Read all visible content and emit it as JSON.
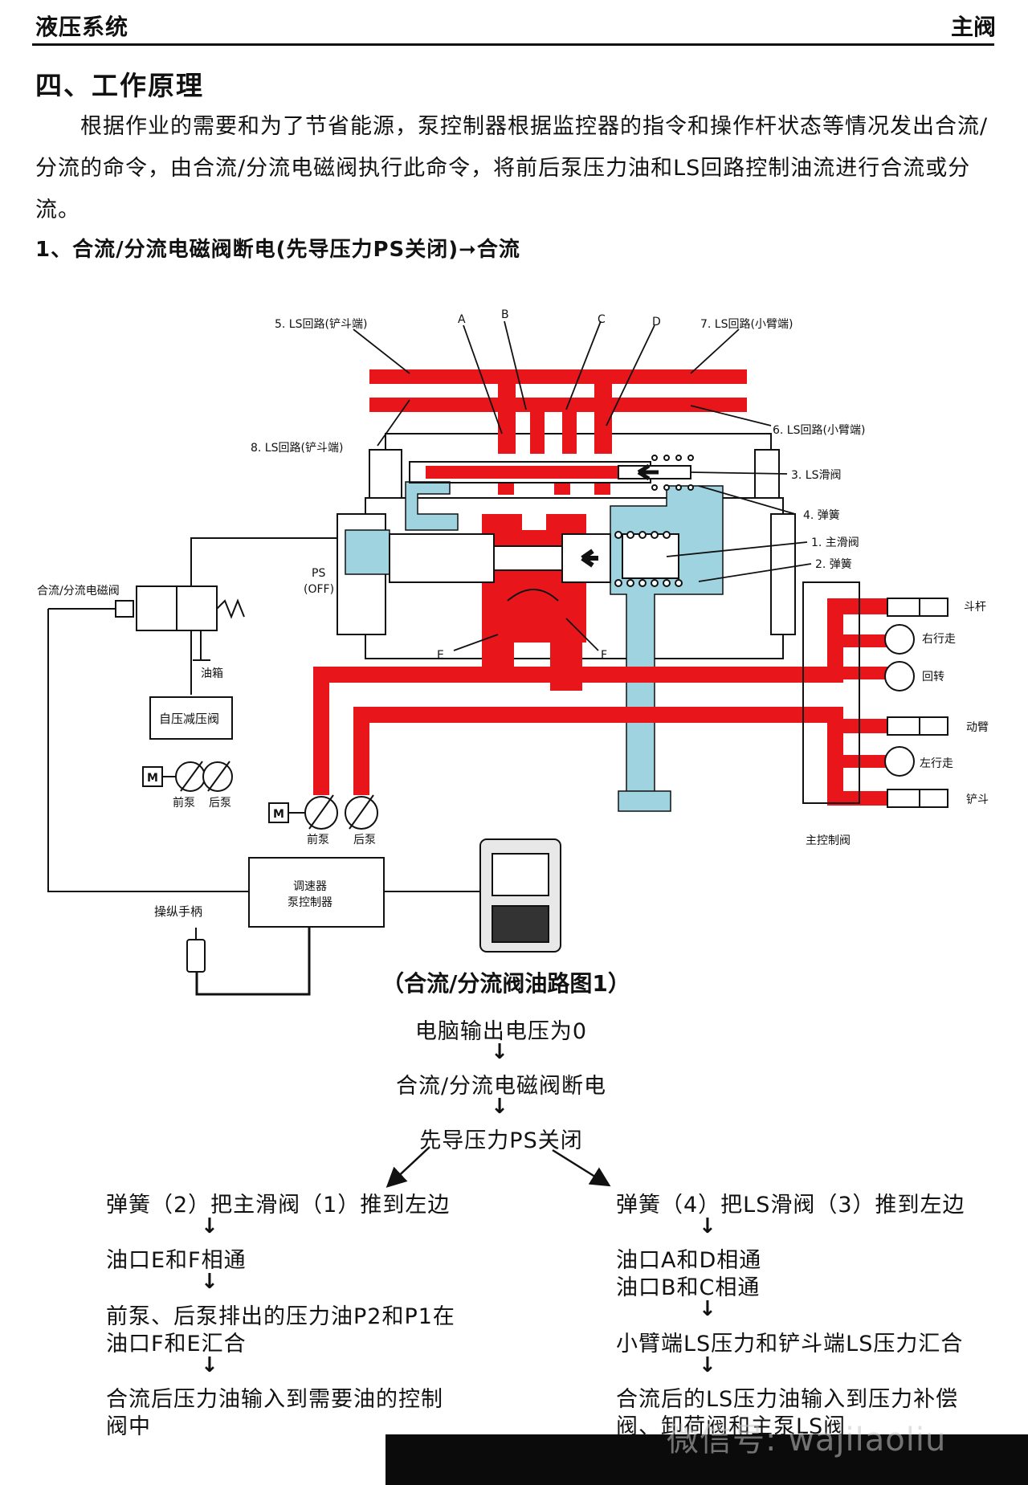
{
  "header": {
    "left": "液压系统",
    "right": "主阀"
  },
  "section_title": "四、工作原理",
  "intro_text": "根据作业的需要和为了节省能源，泵控制器根据监控器的指令和操作杆状态等情况发出合流/分流的命令，由合流/分流电磁阀执行此命令，将前后泵压力油和LS回路控制油流进行合流或分流。",
  "sub_heading": "1、合流/分流电磁阀断电(先导压力PS关闭)➞合流",
  "diagram": {
    "labels": {
      "ls5": "5. LS回路(铲斗端)",
      "ls7": "7. LS回路(小臂端)",
      "ls6": "6. LS回路(小臂端)",
      "ls8": "8. LS回路(铲斗端)",
      "A": "A",
      "B": "B",
      "C": "C",
      "D": "D",
      "E": "E",
      "F": "F",
      "ls_spool": "3. LS滑阀",
      "spring4": "4. 弹簧",
      "main_spool": "1. 主滑阀",
      "spring2": "2. 弹簧",
      "ps": "PS",
      "ps_off": "(OFF)",
      "solenoid": "合流/分流电磁阀",
      "tank": "油箱",
      "reducing_valve": "自压减压阀",
      "motor": "M",
      "front_pump": "前泵",
      "rear_pump": "后泵",
      "arm": "斗杆",
      "right_travel": "右行走",
      "swing": "回转",
      "boom": "动臂",
      "left_travel": "左行走",
      "bucket": "铲斗",
      "main_control_valve": "主控制阀",
      "controller_1": "调速器",
      "controller_2": "泵控制器",
      "lever": "操纵手柄"
    },
    "colors": {
      "pressure": "#e8161a",
      "drain": "#9fd3df"
    }
  },
  "caption": "（合流/分流阀油路图1）",
  "flow": {
    "step1": "电脑输出电压为0",
    "step2": "合流/分流电磁阀断电",
    "step3": "先导压力PS关闭",
    "left": [
      "弹簧（2）把主滑阀（1）推到左边",
      "油口E和F相通",
      "前泵、后泵排出的压力油P2和P1在",
      "油口F和E汇合",
      "合流后压力油输入到需要油的控制",
      "阀中"
    ],
    "right": [
      "弹簧（4）把LS滑阀（3）推到左边",
      "油口A和D相通",
      "油口B和C相通",
      "小臂端LS压力和铲斗端LS压力汇合",
      "合流后的LS压力油输入到压力补偿",
      "阀、卸荷阀和主泵LS阀"
    ],
    "down_arrow": "↓"
  },
  "watermark": "微信号: wajilaoliu"
}
